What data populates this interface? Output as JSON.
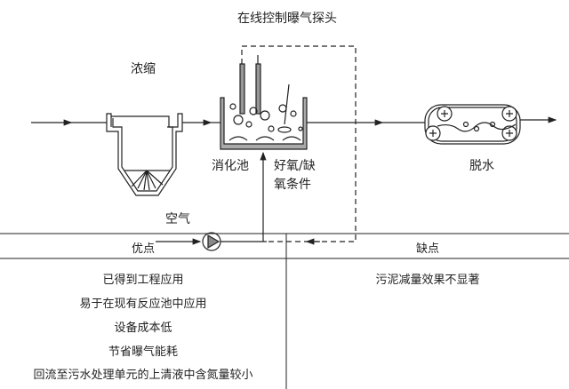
{
  "diagram": {
    "probe_label": "在线控制曝气探头",
    "thickening_label": "浓缩",
    "digester_label": "消化池",
    "condition_label_line1": "好氧/缺",
    "condition_label_line2": "氧条件",
    "dewatering_label": "脱水",
    "air_label": "空气"
  },
  "table": {
    "headers": [
      "优点",
      "缺点"
    ],
    "advantages": [
      "已得到工程应用",
      "易于在现有反应池中应用",
      "设备成本低",
      "节省曝气能耗",
      "回流至污水处理单元的上清液中含氮量较小"
    ],
    "disadvantages": [
      "污泥减量效果不显著"
    ]
  }
}
